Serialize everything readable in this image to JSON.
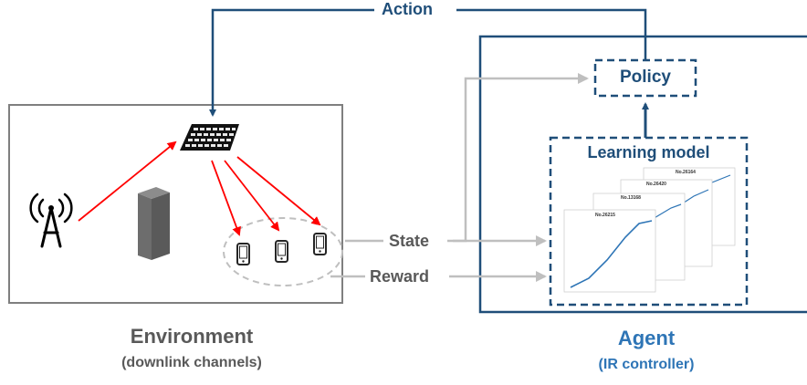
{
  "labels": {
    "action": "Action",
    "policy": "Policy",
    "learning_model": "Learning model",
    "state": "State",
    "reward": "Reward",
    "environment_title": "Environment",
    "environment_subtitle": "(downlink channels)",
    "agent_title": "Agent",
    "agent_subtitle": "(IR controller)"
  },
  "plot_cards": [
    {
      "title": "No.26164"
    },
    {
      "title": "No.26420"
    },
    {
      "title": "No.13168"
    },
    {
      "title": "No.26215"
    }
  ],
  "colors": {
    "blue": "#1f4e79",
    "red": "#ff0000",
    "gray_arrow": "#bfbfbf",
    "env_border": "#7f7f7f",
    "env_text": "#595959",
    "agent_text": "#2e75b6",
    "dashed_ellipse": "#bfbfbf"
  },
  "icons": {
    "antenna": "antenna-tower-icon",
    "irs": "irs-panel-icon",
    "building": "building-obstacle-icon",
    "phone": "smartphone-icon"
  }
}
